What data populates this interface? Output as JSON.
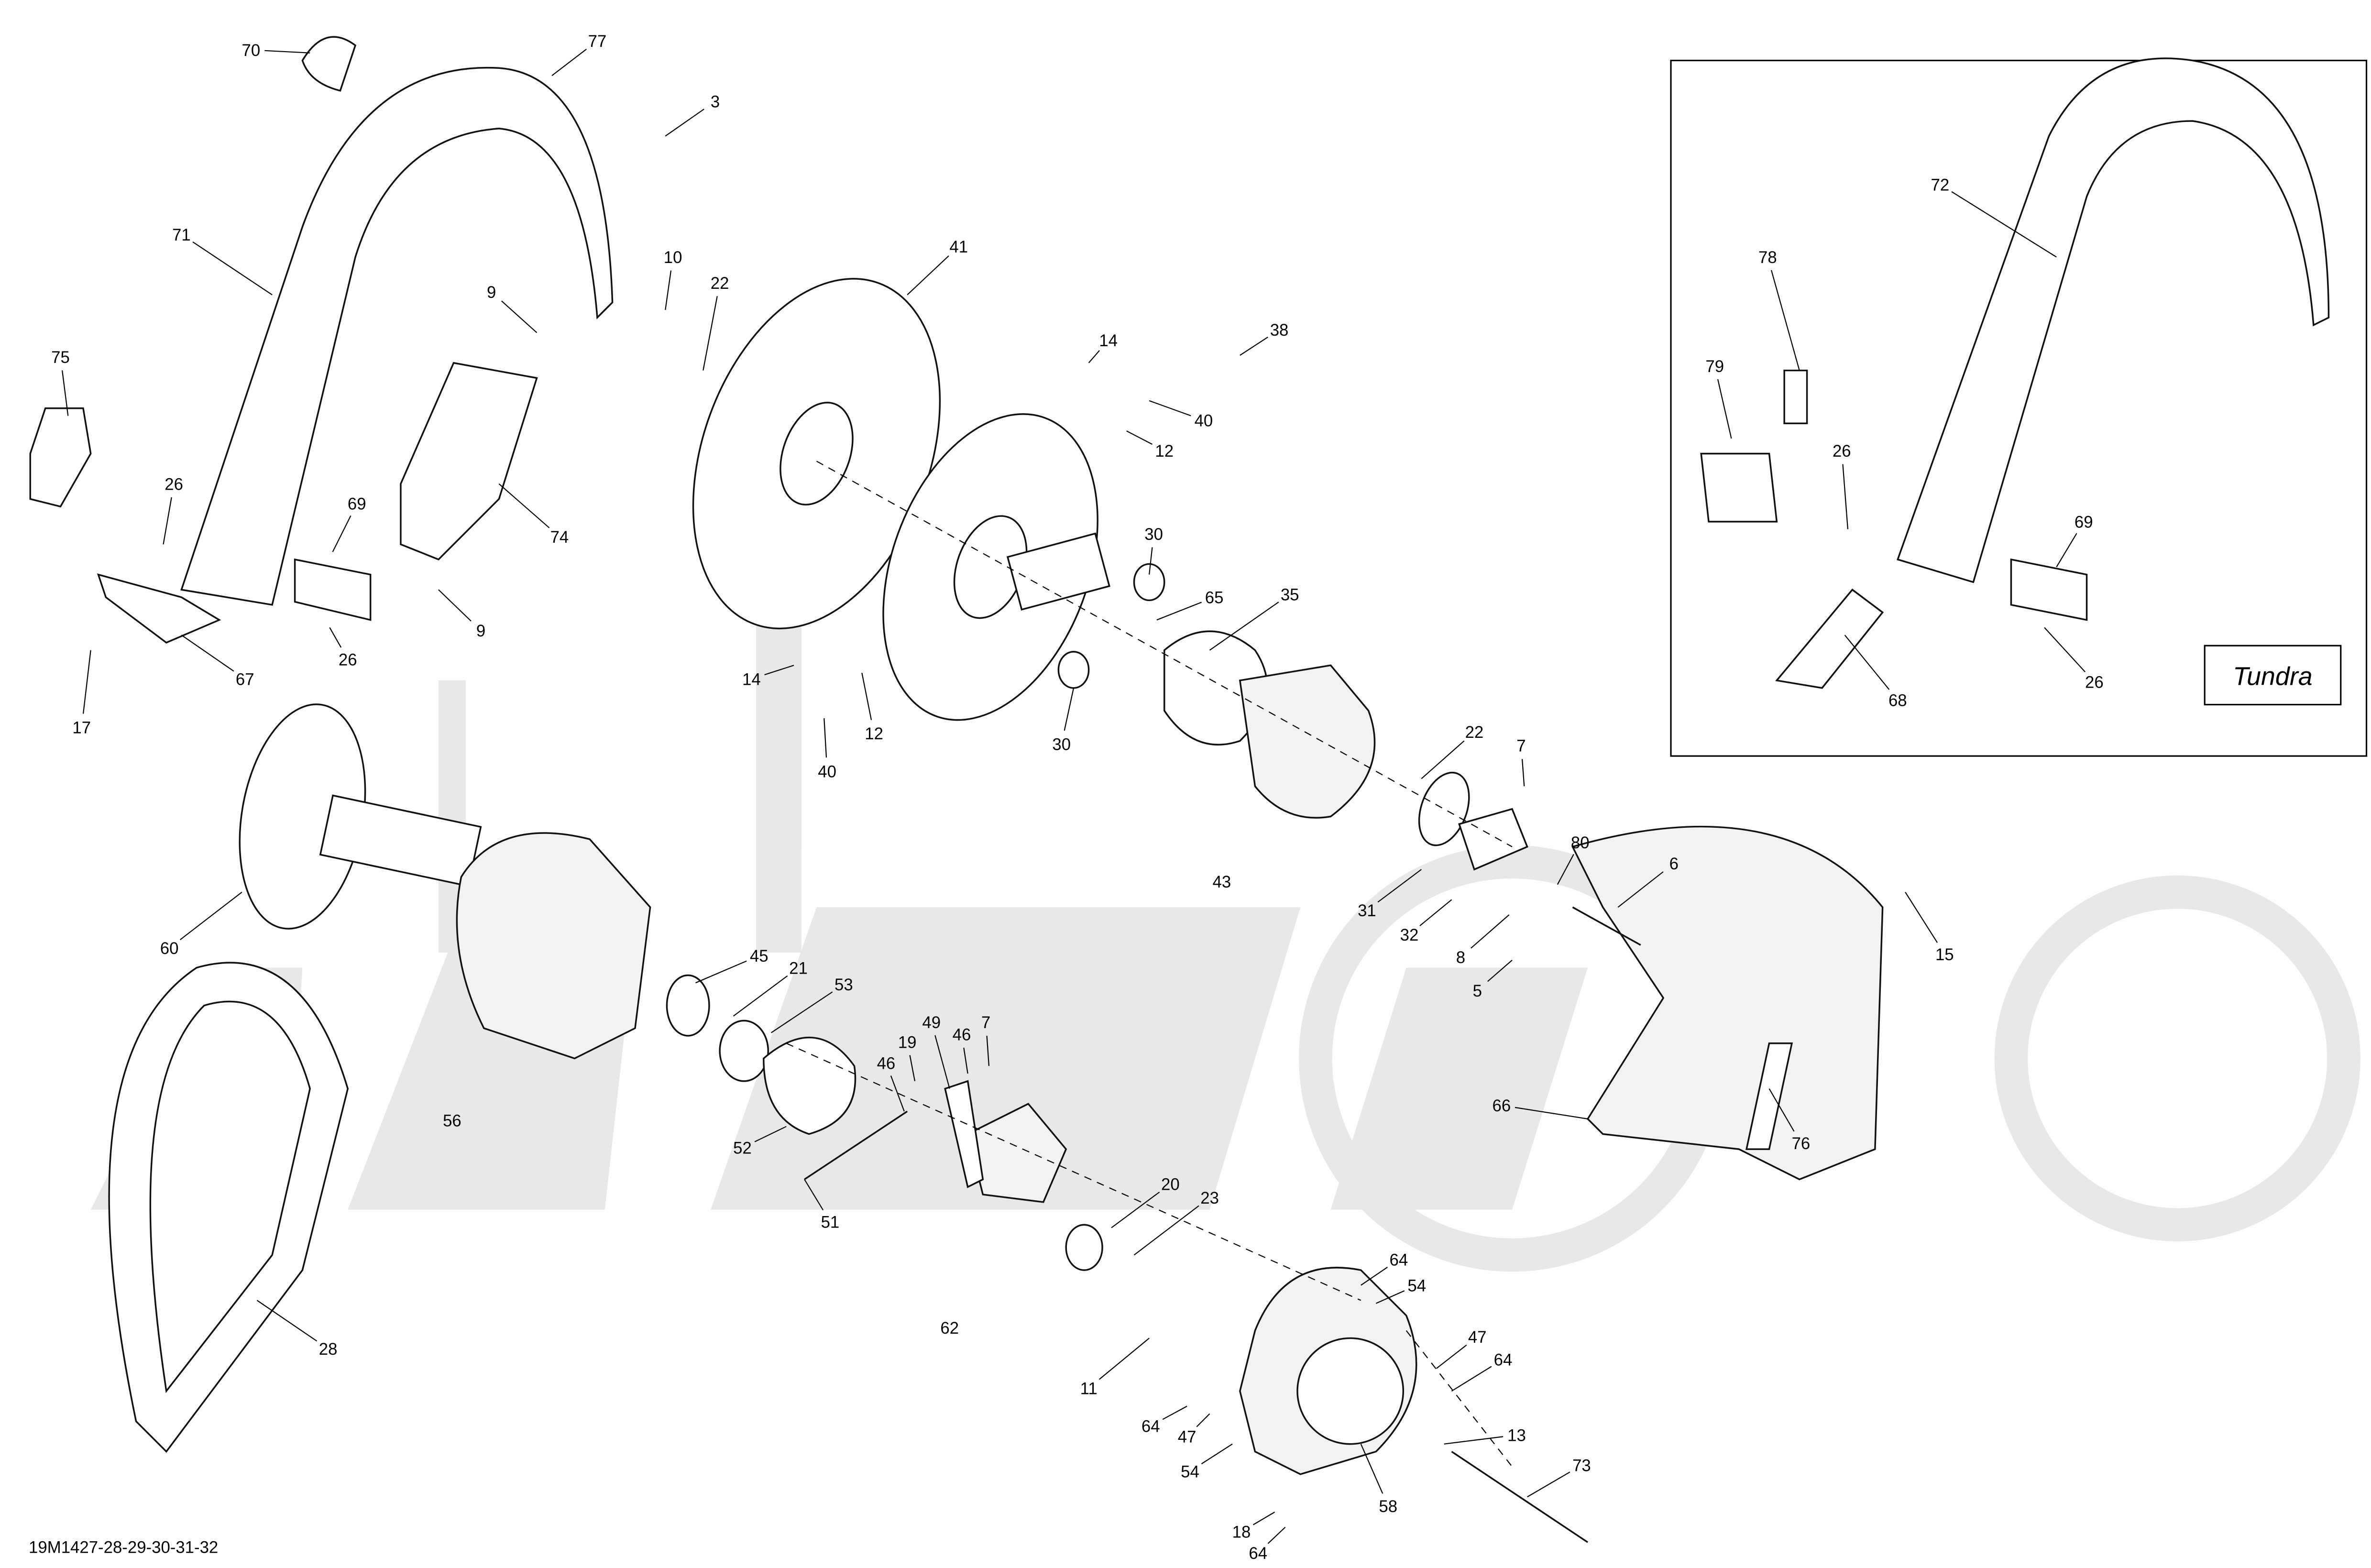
{
  "diagram_id": "19M1427-28-29-30-31-32",
  "inset_label": "Tundra",
  "callouts": [
    "70",
    "77",
    "3",
    "71",
    "9",
    "10",
    "22",
    "41",
    "75",
    "14",
    "38",
    "40",
    "12",
    "26",
    "69",
    "74",
    "30",
    "65",
    "35",
    "9",
    "26",
    "67",
    "14",
    "17",
    "12",
    "30",
    "40",
    "22",
    "7",
    "80",
    "6",
    "43",
    "31",
    "32",
    "8",
    "15",
    "5",
    "60",
    "45",
    "21",
    "53",
    "49",
    "19",
    "46",
    "7",
    "46",
    "56",
    "52",
    "66",
    "76",
    "51",
    "20",
    "23",
    "64",
    "54",
    "62",
    "47",
    "64",
    "28",
    "11",
    "13",
    "64",
    "47",
    "73",
    "54",
    "58",
    "18",
    "64"
  ],
  "inset_callouts": [
    "72",
    "78",
    "79",
    "26",
    "69",
    "68",
    "26"
  ]
}
